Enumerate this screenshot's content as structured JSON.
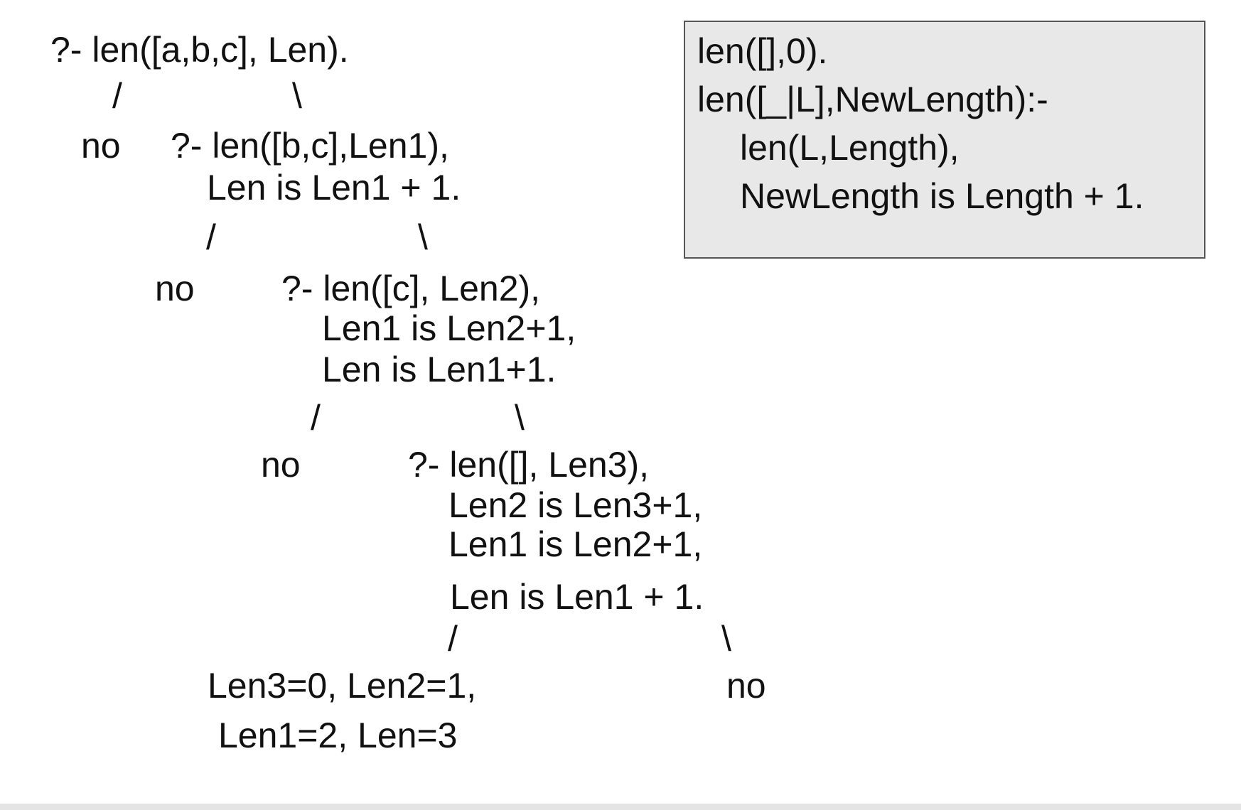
{
  "tree": {
    "root": {
      "goal": [
        "?- len([a,b,c], Len)."
      ],
      "left_branch": "/",
      "right_branch": "\\",
      "left_result": "no"
    },
    "level1": {
      "goal": [
        "?- len([b,c],Len1),",
        "Len is Len1 + 1."
      ],
      "left_branch": "/",
      "right_branch": "\\",
      "left_result": "no"
    },
    "level2": {
      "goal": [
        "?- len([c], Len2),",
        "Len1 is Len2+1,",
        "Len is Len1+1."
      ],
      "left_branch": "/",
      "right_branch": "\\",
      "left_result": "no"
    },
    "level3": {
      "goal": [
        "?- len([], Len3),",
        "Len2 is Len3+1,",
        "Len1 is Len2+1,",
        "Len is Len1 + 1."
      ],
      "left_branch": "/",
      "right_branch": "\\",
      "right_result": "no"
    },
    "solution": [
      "Len3=0, Len2=1,",
      "Len1=2, Len=3"
    ]
  },
  "program": {
    "lines": [
      "len([],0).",
      "len([_|L],NewLength):-",
      "len(L,Length),",
      "NewLength is Length + 1."
    ]
  }
}
